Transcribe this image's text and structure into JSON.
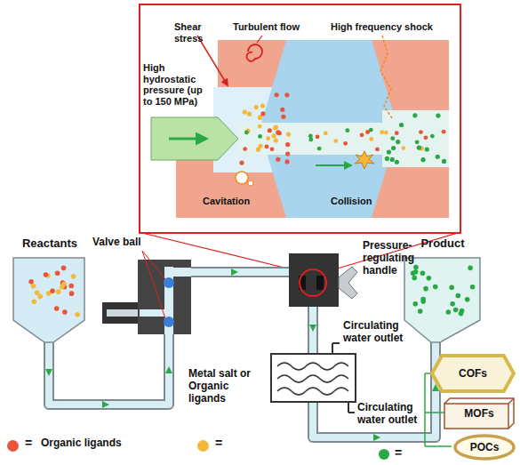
{
  "diagram": {
    "nodes": [
      {
        "text": [
          "Reactants"
        ]
      },
      {
        "text": [
          "Product"
        ]
      },
      {
        "text": [
          "COFs"
        ]
      },
      {
        "text": [
          "MOFs"
        ]
      },
      {
        "text": [
          "POCs"
        ]
      }
    ],
    "labels": [
      "Shear stress",
      "Turbulent flow",
      "High frequency shock",
      "High hydrostatic pressure (up to 150 MPa)",
      "Cavitation",
      "Collision",
      "Valve ball",
      "Pressure-regulating handle",
      "Circulating water outlet",
      "Circulating water outlet",
      "=",
      "=",
      "="
    ],
    "legend": [
      {
        "text": "Organic ligands",
        "color": "#e8553a"
      },
      {
        "text": "Metal salt or Organic ligands",
        "color": "#f5b83a"
      }
    ]
  }
}
